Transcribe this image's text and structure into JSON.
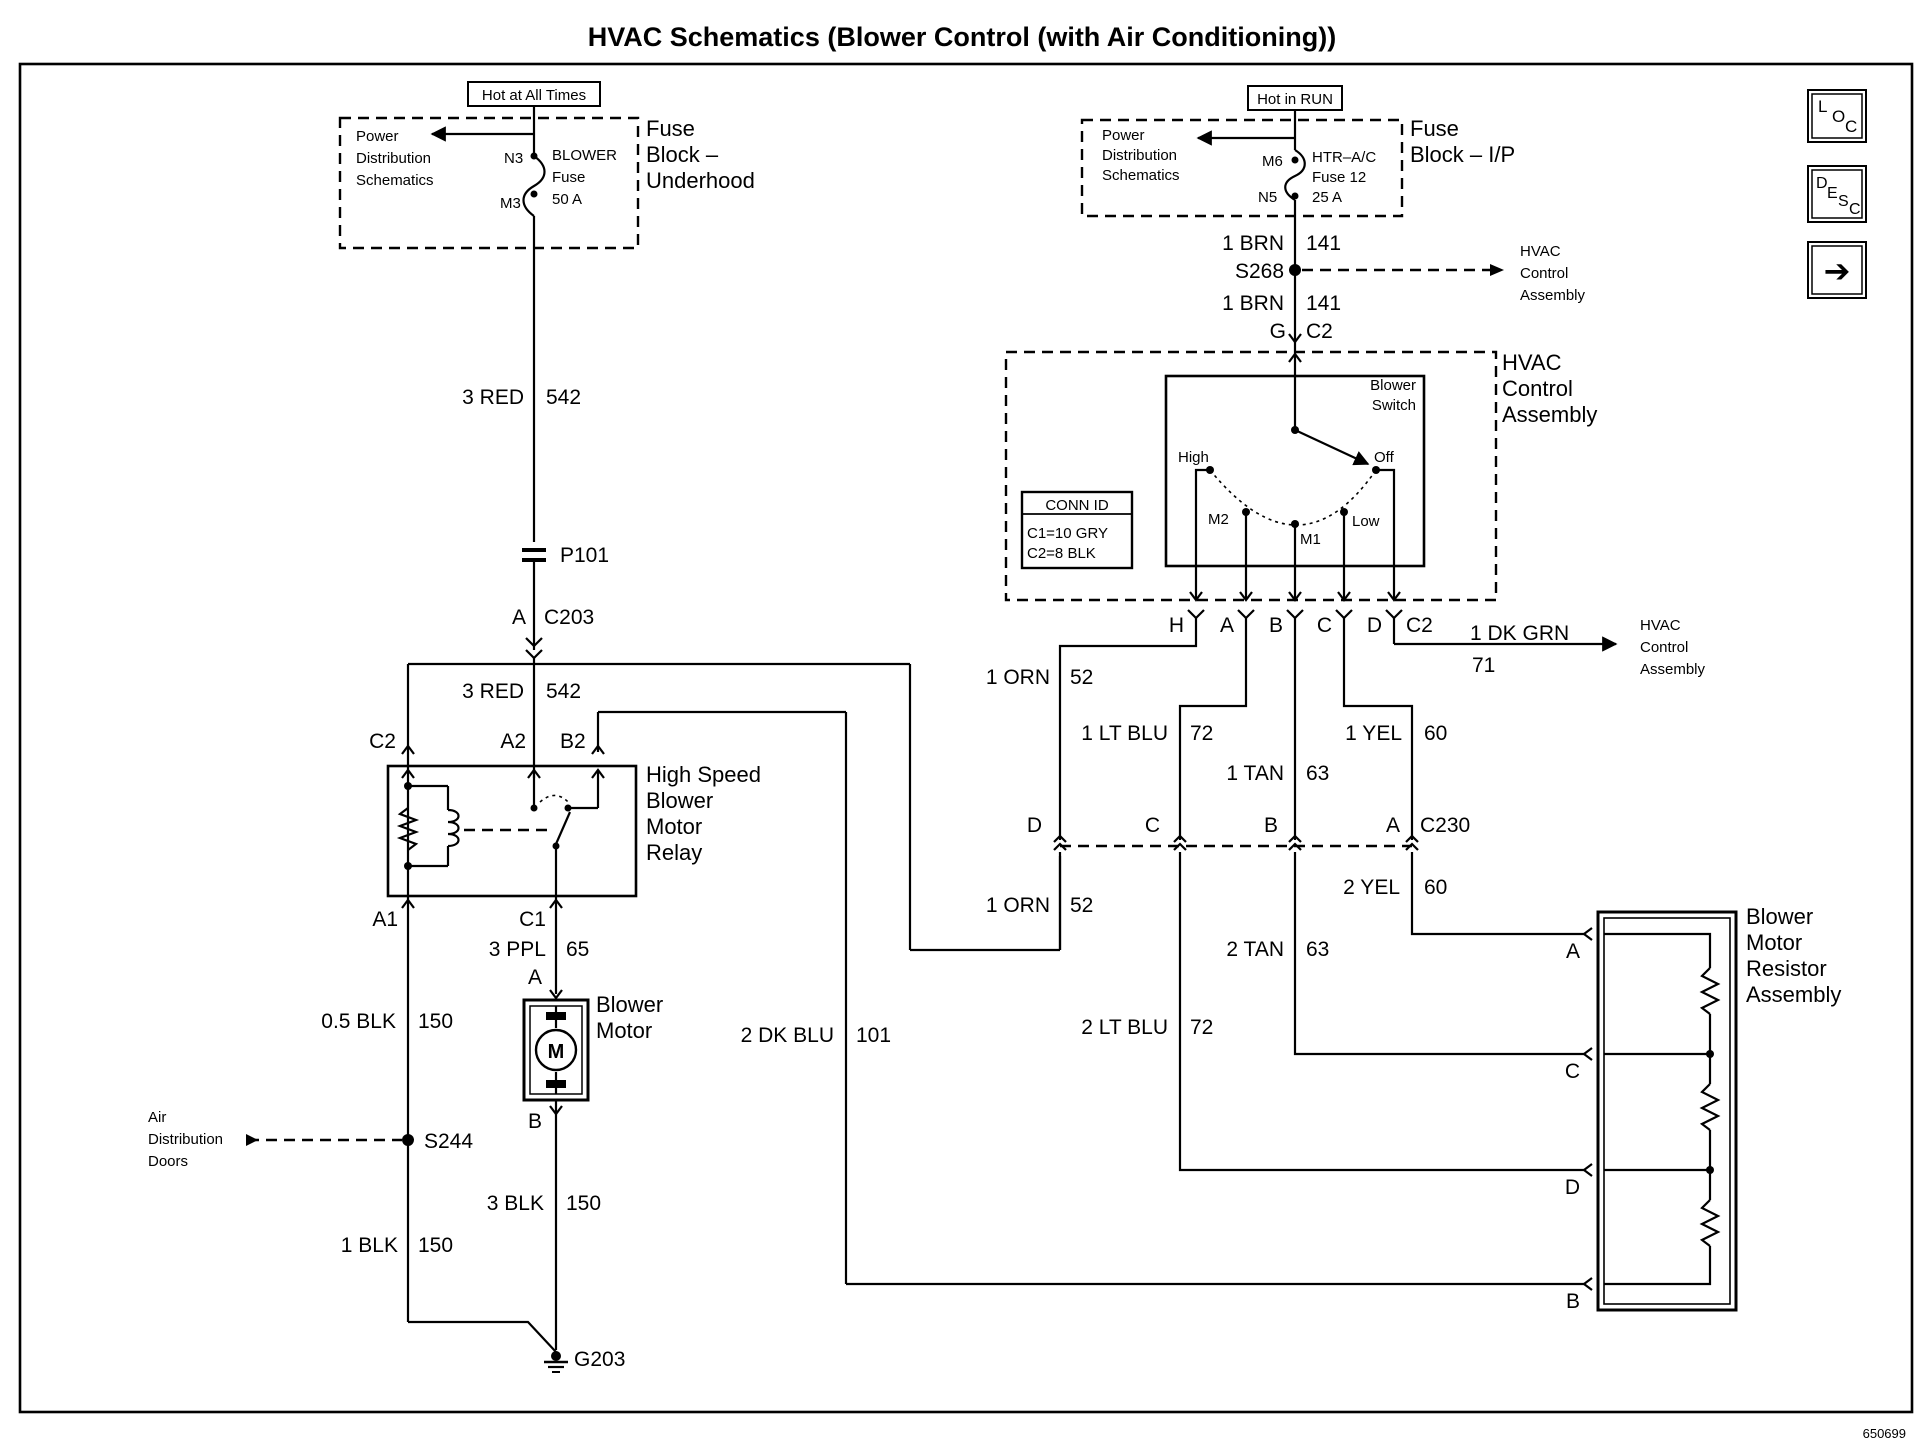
{
  "title": "HVAC Schematics (Blower Control (with Air Conditioning))",
  "figure_id": "650699",
  "nav_buttons": {
    "loc": [
      "L",
      "O",
      "C"
    ],
    "desc": [
      "D",
      "E",
      "S",
      "C"
    ],
    "next": "➔"
  },
  "left_fuse_block": {
    "header": "Hot at All Times",
    "name": "Fuse Block – Underhood",
    "name_lines": [
      "Fuse",
      "Block –",
      "Underhood"
    ],
    "power_lines": [
      "Power",
      "Distribution",
      "Schematics"
    ],
    "fuse_lines": [
      "BLOWER",
      "Fuse",
      "50 A"
    ],
    "pin_top": "N3",
    "pin_bottom": "M3"
  },
  "right_fuse_block": {
    "header": "Hot in RUN",
    "name_lines": [
      "Fuse",
      "Block – I/P"
    ],
    "power_lines": [
      "Power",
      "Distribution",
      "Schematics"
    ],
    "fuse_lines": [
      "HTR–A/C",
      "Fuse 12",
      "25 A"
    ],
    "pin_top": "M6",
    "pin_bottom": "N5"
  },
  "hvac_control": {
    "name_lines": [
      "HVAC",
      "Control",
      "Assembly"
    ],
    "switch_lines": [
      "Blower",
      "Switch"
    ],
    "positions": [
      "High",
      "Off",
      "M2",
      "M1",
      "Low"
    ],
    "conn_id": {
      "title": "CONN ID",
      "lines": [
        "C1=10 GRY",
        "C2=8 BLK"
      ]
    },
    "pins": [
      "H",
      "A",
      "B",
      "C",
      "D"
    ],
    "connector": "C2",
    "top_pin": "G",
    "top_connector": "C2"
  },
  "splices": {
    "s268": "S268",
    "s244": "S244",
    "p101": "P101",
    "g203": "G203"
  },
  "refs": {
    "hvac_control_ref": [
      "HVAC",
      "Control",
      "Assembly"
    ],
    "air_dist": [
      "Air",
      "Distribution",
      "Doors"
    ]
  },
  "connectors": {
    "c203_pin": "A",
    "c203": "C203",
    "c230": "C230",
    "c230_pins": [
      "D",
      "C",
      "B",
      "A"
    ]
  },
  "relay": {
    "name_lines": [
      "High Speed",
      "Blower",
      "Motor",
      "Relay"
    ],
    "pins": {
      "c2": "C2",
      "a2": "A2",
      "b2": "B2",
      "a1": "A1",
      "c1": "C1"
    }
  },
  "motor": {
    "name_lines": [
      "Blower",
      "Motor"
    ],
    "symbol": "M",
    "pin_top": "A",
    "pin_bottom": "B"
  },
  "resistor": {
    "name_lines": [
      "Blower",
      "Motor",
      "Resistor",
      "Assembly"
    ],
    "pins": [
      "A",
      "C",
      "D",
      "B"
    ]
  },
  "wires": [
    {
      "gauge": "3 RED",
      "circuit": "542"
    },
    {
      "gauge": "3 RED",
      "circuit": "542"
    },
    {
      "gauge": "1 BRN",
      "circuit": "141"
    },
    {
      "gauge": "1 BRN",
      "circuit": "141"
    },
    {
      "gauge": "1 DK GRN",
      "circuit": "71"
    },
    {
      "gauge": "1 ORN",
      "circuit": "52"
    },
    {
      "gauge": "1 LT BLU",
      "circuit": "72"
    },
    {
      "gauge": "1 YEL",
      "circuit": "60"
    },
    {
      "gauge": "1 TAN",
      "circuit": "63"
    },
    {
      "gauge": "1 ORN",
      "circuit": "52"
    },
    {
      "gauge": "2 YEL",
      "circuit": "60"
    },
    {
      "gauge": "2 TAN",
      "circuit": "63"
    },
    {
      "gauge": "2 LT BLU",
      "circuit": "72"
    },
    {
      "gauge": "3 PPL",
      "circuit": "65"
    },
    {
      "gauge": "0.5 BLK",
      "circuit": "150"
    },
    {
      "gauge": "2 DK BLU",
      "circuit": "101"
    },
    {
      "gauge": "3 BLK",
      "circuit": "150"
    },
    {
      "gauge": "1 BLK",
      "circuit": "150"
    }
  ]
}
